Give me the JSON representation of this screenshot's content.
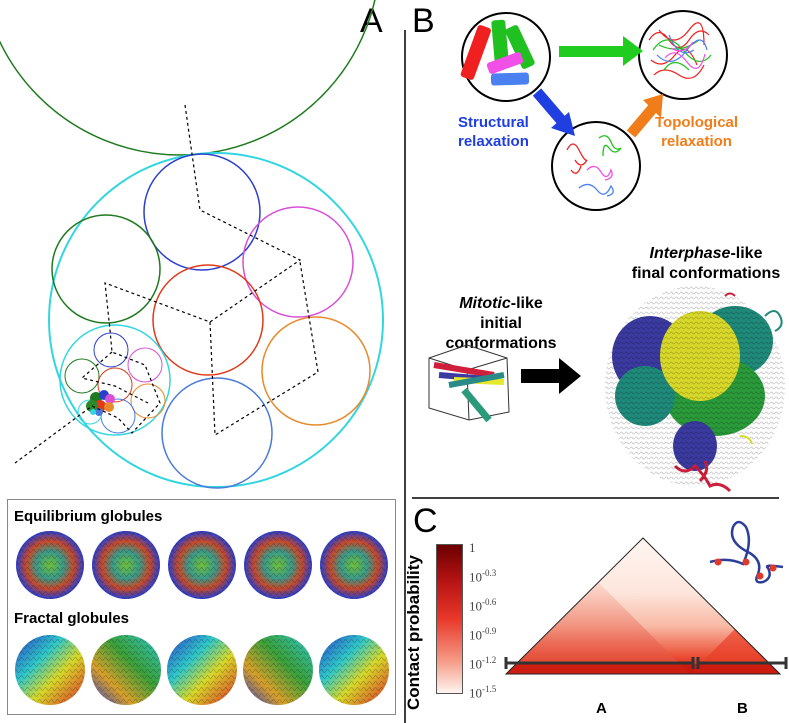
{
  "panels": {
    "a": "A",
    "b": "B",
    "c": "C"
  },
  "panel_a": {
    "inset": {
      "equilibrium_title": "Equilibrium globules",
      "fractal_title": "Fractal globules"
    }
  },
  "panel_b": {
    "structural_line1": "Structural",
    "structural_line2": "relaxation",
    "topological_line1": "Topological",
    "topological_line2": "relaxation",
    "interphase_word": "Interphase",
    "interphase_rest": "-like",
    "interphase_line2": "final conformations",
    "mitotic_word": "Mitotic",
    "mitotic_rest": "-like",
    "mitotic_line2": "initial conformations",
    "colors": {
      "structural": "#1f3fe0",
      "topological": "#f07d1a",
      "arrow_green": "#1fcc1f"
    }
  },
  "panel_c": {
    "colorbar_label": "Contact probability",
    "tick_one": "1",
    "ticks": [
      "10",
      "10",
      "10",
      "10",
      "10"
    ],
    "tick_exponents": [
      "-0.3",
      "-0.6",
      "-0.9",
      "-1.2",
      "-1.5"
    ],
    "domain_a": "A",
    "domain_b": "B",
    "colors": {
      "high": "#6b0000",
      "mid": "#e8382a",
      "low": "#fff4f0"
    }
  }
}
